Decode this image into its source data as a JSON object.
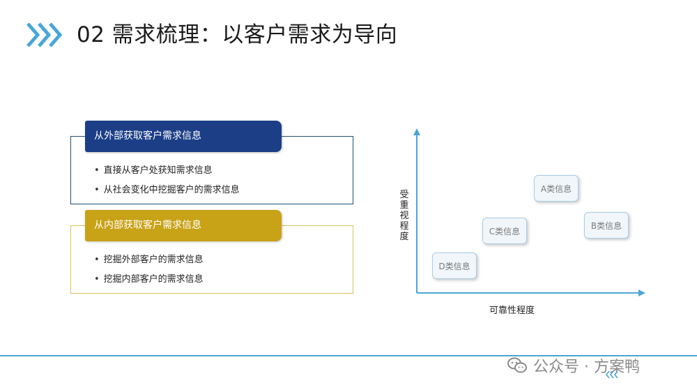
{
  "page": {
    "title": "02 需求梳理：以客户需求为导向"
  },
  "groups": {
    "external": {
      "heading": "从外部获取客户需求信息",
      "items": [
        "直接从客户处获知需求信息",
        "从社会变化中挖掘客户的需求信息"
      ]
    },
    "internal": {
      "heading": "从内部获取客户需求信息",
      "items": [
        "挖掘外部客户的需求信息",
        "挖掘内部客户的需求信息"
      ]
    }
  },
  "matrix": {
    "y_axis_label": "受重视程度",
    "x_axis_label": "可靠性程度",
    "boxes": {
      "a": "A类信息",
      "b": "B类信息",
      "c": "C类信息",
      "d": "D类信息"
    }
  },
  "watermark": {
    "text": "公众号 · 方案鸭",
    "icon": "wechat-icon"
  },
  "colors": {
    "accent": "#4aa6d6",
    "navy": "#1b3e87",
    "gold": "#c8a217"
  }
}
